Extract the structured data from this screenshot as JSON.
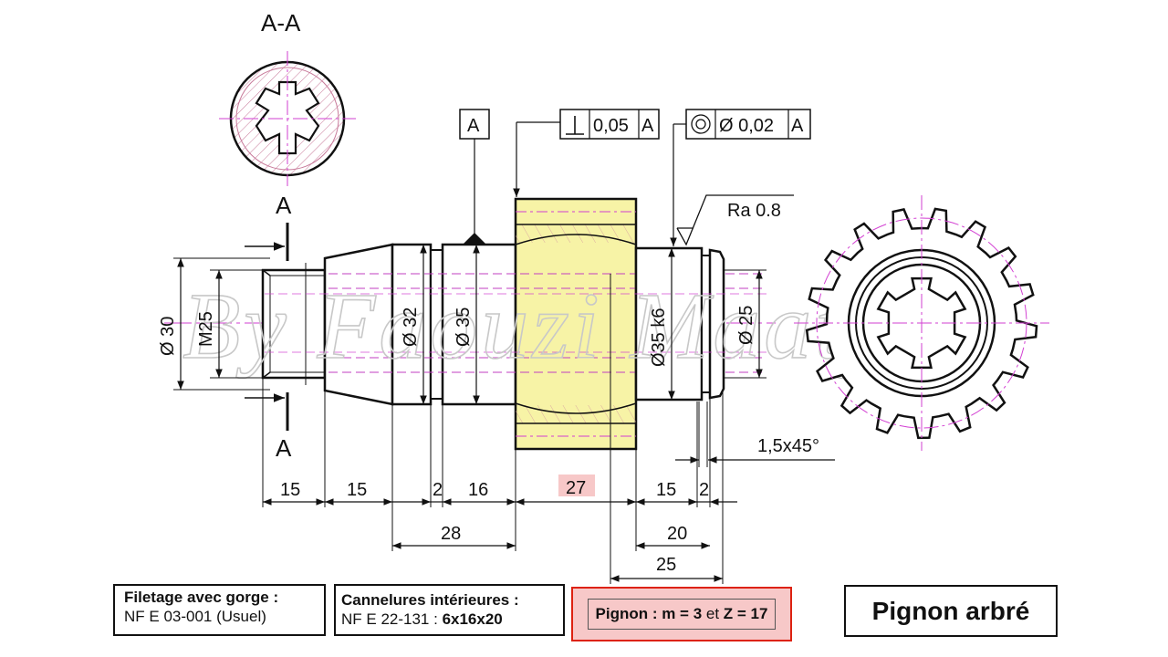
{
  "drawing": {
    "section_label": "A-A",
    "cut_label_top": "A",
    "cut_label_bottom": "A",
    "dims": {
      "d30": "Ø 30",
      "m25": "M25",
      "d32": "Ø 32",
      "d35": "Ø 35",
      "d35k6": "Ø35 k6",
      "d25": "Ø 25",
      "l15a": "15",
      "l15b": "15",
      "l2a": "2",
      "l16": "16",
      "l27": "27",
      "l15c": "15",
      "l2b": "2",
      "l28": "28",
      "l20": "20",
      "l25": "25",
      "chamfer": "1,5x45°",
      "roughness": "Ra 0.8"
    },
    "datum": {
      "letter": "A"
    },
    "tolerance_perp": {
      "value": "0,05",
      "datum": "A"
    },
    "tolerance_conc": {
      "value": "Ø 0,02",
      "datum": "A"
    },
    "watermark": "By Faouzi Maaty"
  },
  "boxes": {
    "threading": {
      "title": "Filetage avec gorge :",
      "norm": "NF E 03-001 (Usuel)"
    },
    "splines": {
      "title": "Cannelures intérieures :",
      "norm": "NF E 22-131 :",
      "size": "6x16x20"
    },
    "pinion": {
      "p1": "Pignon : m = 3",
      "p2": " et ",
      "p3": "Z = 17"
    },
    "title": "Pignon arbré"
  },
  "colors": {
    "highlight_gear": "#f7f3a6",
    "highlight_dim": "#f7c8c8",
    "axis": "#d23fd2",
    "box_border_red": "#dd2222"
  }
}
